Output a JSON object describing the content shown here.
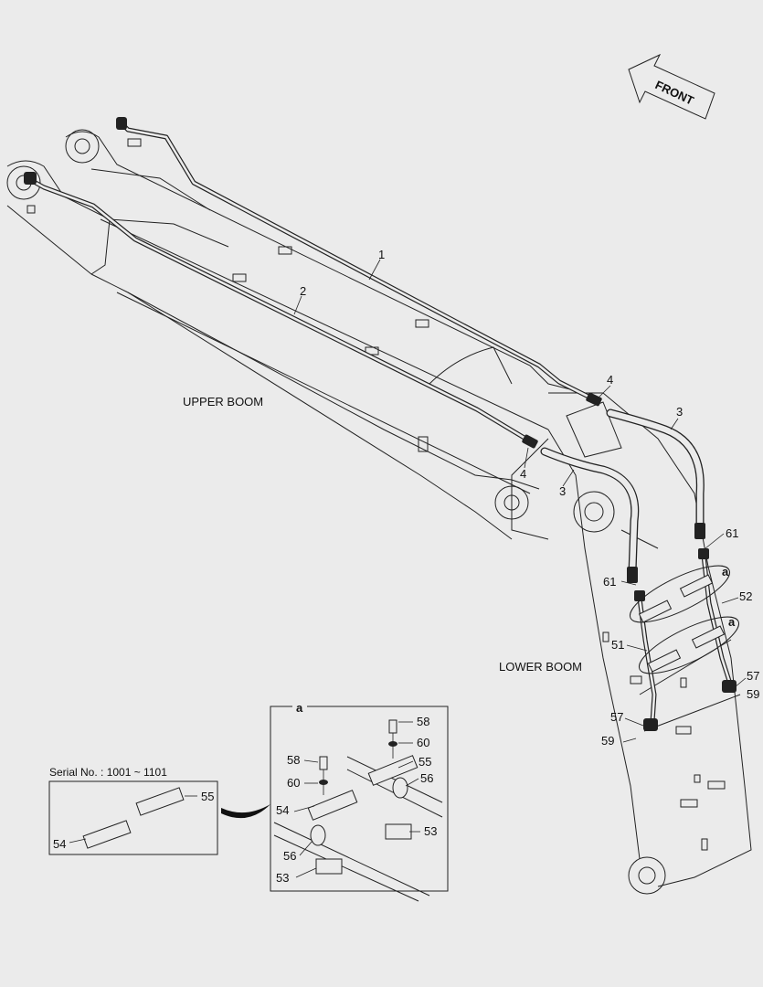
{
  "front_arrow": {
    "label": "FRONT"
  },
  "sections": {
    "upper_boom": "UPPER BOOM",
    "lower_boom": "LOWER BOOM"
  },
  "callouts": {
    "pipe_1": "1",
    "pipe_2": "2",
    "hose_3_upper": "3",
    "hose_3_lower": "3",
    "fitting_4_upper": "4",
    "fitting_4_lower": "4",
    "fitting_61_upper": "61",
    "fitting_61_lower": "61",
    "detail_a_upper": "a",
    "detail_a_lower": "a",
    "clamp_52": "52",
    "clamp_51": "51",
    "bolt_57_right": "57",
    "bolt_59_right": "59",
    "bolt_57_left": "57",
    "bolt_59_left": "59"
  },
  "detail_a": {
    "title": "a",
    "labels": {
      "p58_top": "58",
      "p60_top": "60",
      "p58_left": "58",
      "p55": "55",
      "p60_left": "60",
      "p56_right": "56",
      "p54": "54",
      "p53_right": "53",
      "p56_left": "56",
      "p53_left": "53"
    }
  },
  "serial_box": {
    "title": "Serial No. : 1001 ~ 1101",
    "labels": {
      "p55": "55",
      "p54": "54"
    }
  }
}
